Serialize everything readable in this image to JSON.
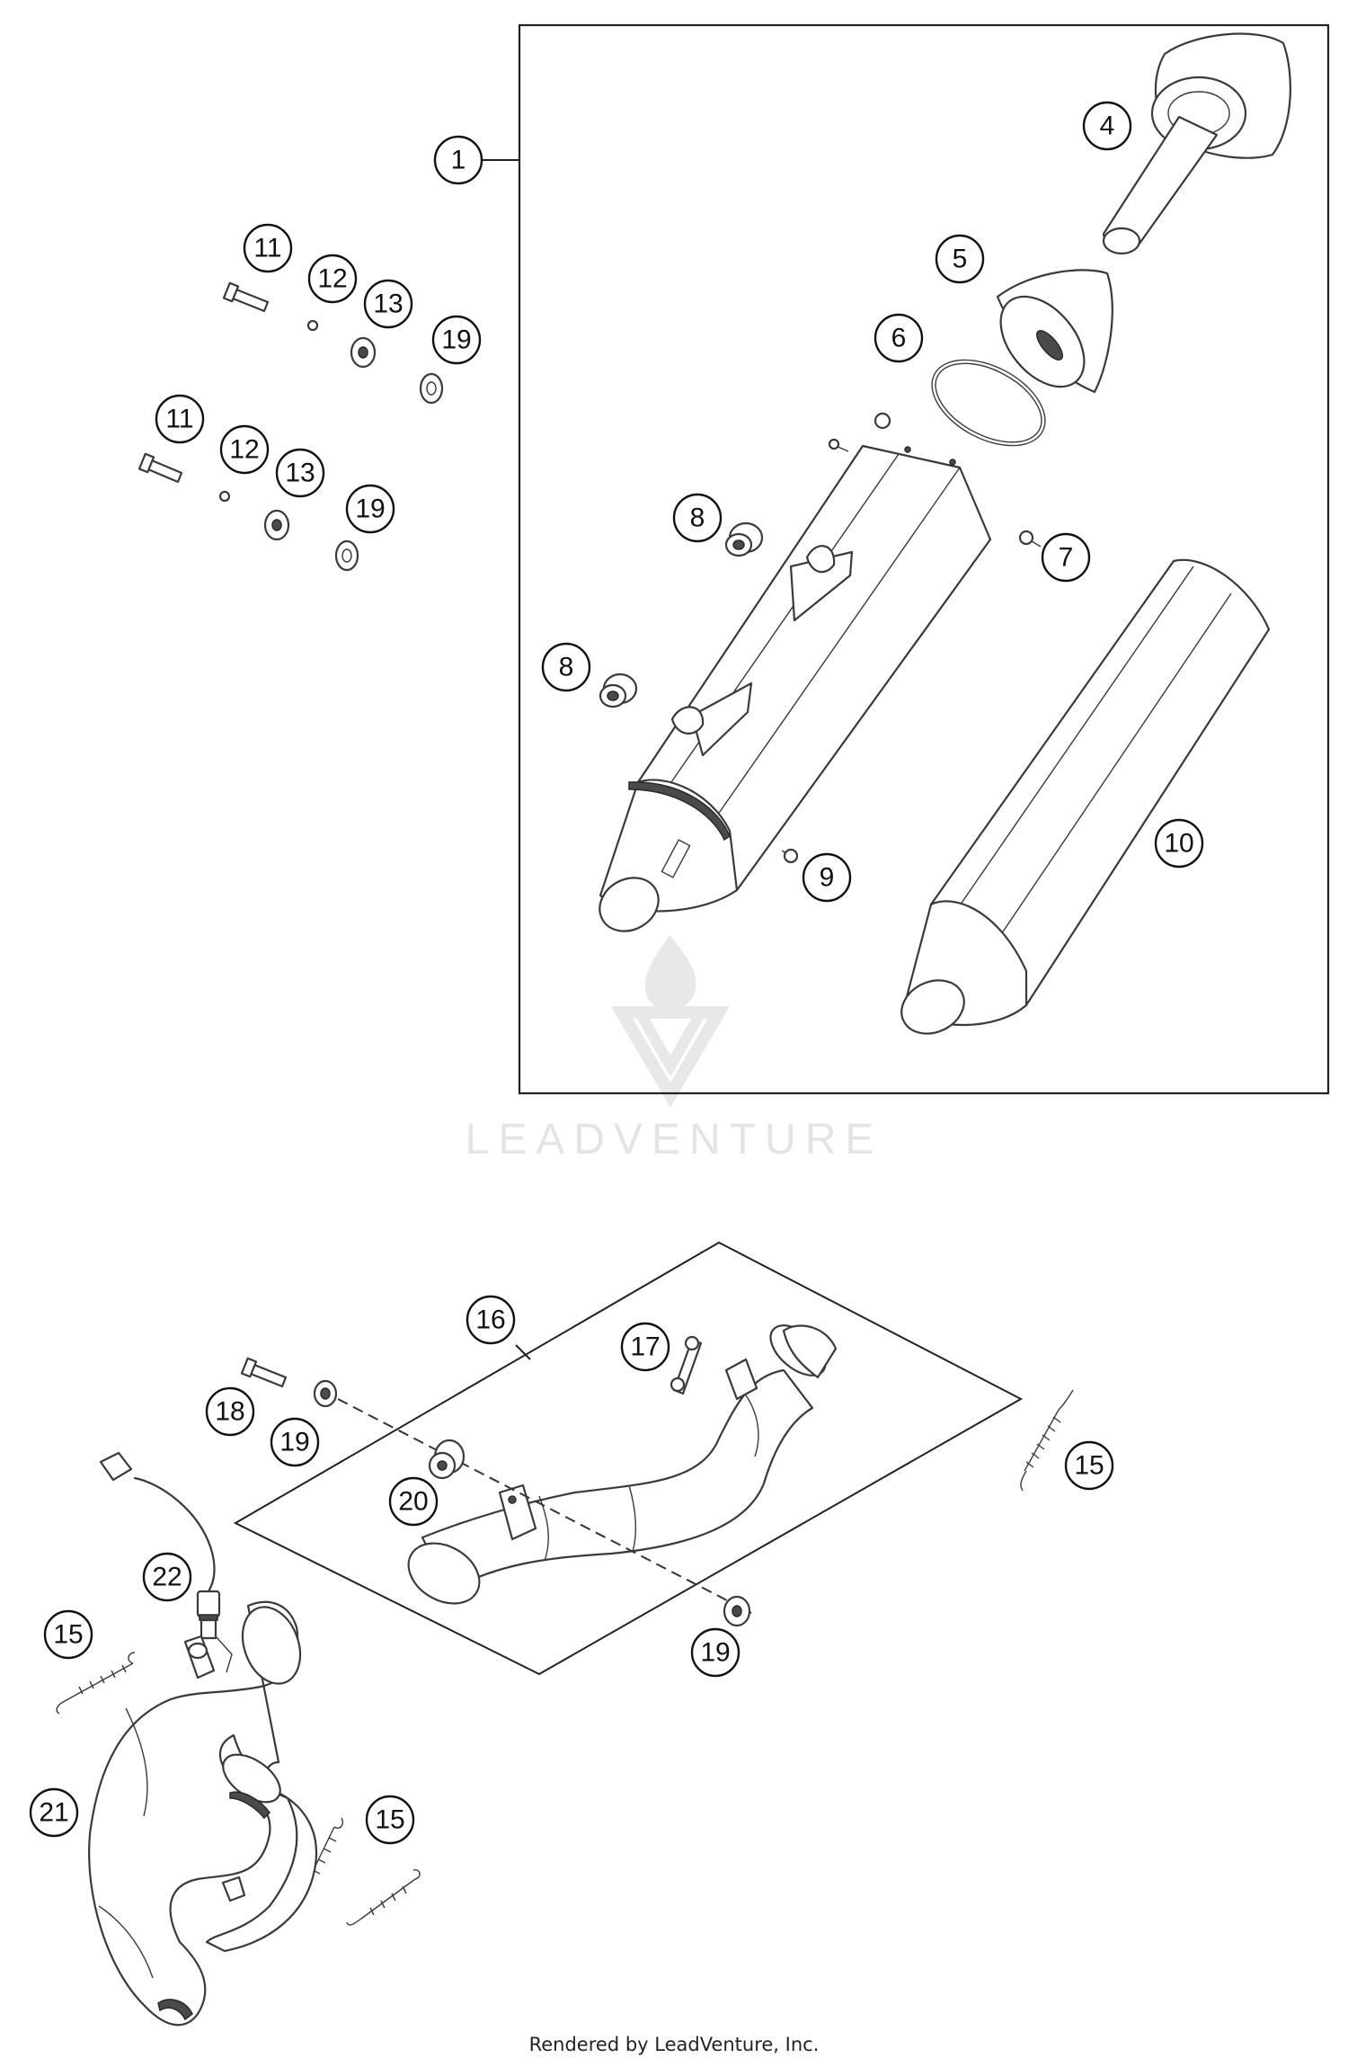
{
  "callouts": [
    {
      "id": "c1",
      "label": "1"
    },
    {
      "id": "c4",
      "label": "4"
    },
    {
      "id": "c5",
      "label": "5"
    },
    {
      "id": "c6",
      "label": "6"
    },
    {
      "id": "c7",
      "label": "7"
    },
    {
      "id": "c8a",
      "label": "8"
    },
    {
      "id": "c8b",
      "label": "8"
    },
    {
      "id": "c9",
      "label": "9"
    },
    {
      "id": "c10",
      "label": "10"
    },
    {
      "id": "c11a",
      "label": "11"
    },
    {
      "id": "c11b",
      "label": "11"
    },
    {
      "id": "c12a",
      "label": "12"
    },
    {
      "id": "c12b",
      "label": "12"
    },
    {
      "id": "c13a",
      "label": "13"
    },
    {
      "id": "c13b",
      "label": "13"
    },
    {
      "id": "c19a",
      "label": "19"
    },
    {
      "id": "c19b",
      "label": "19"
    },
    {
      "id": "c16",
      "label": "16"
    },
    {
      "id": "c17",
      "label": "17"
    },
    {
      "id": "c18",
      "label": "18"
    },
    {
      "id": "c19c",
      "label": "19"
    },
    {
      "id": "c20",
      "label": "20"
    },
    {
      "id": "c15a",
      "label": "15"
    },
    {
      "id": "c19d",
      "label": "19"
    },
    {
      "id": "c22",
      "label": "22"
    },
    {
      "id": "c15b",
      "label": "15"
    },
    {
      "id": "c21",
      "label": "21"
    },
    {
      "id": "c15c",
      "label": "15"
    }
  ],
  "watermark": "LEADVENTURE",
  "footer": "Rendered by LeadVenture, Inc."
}
